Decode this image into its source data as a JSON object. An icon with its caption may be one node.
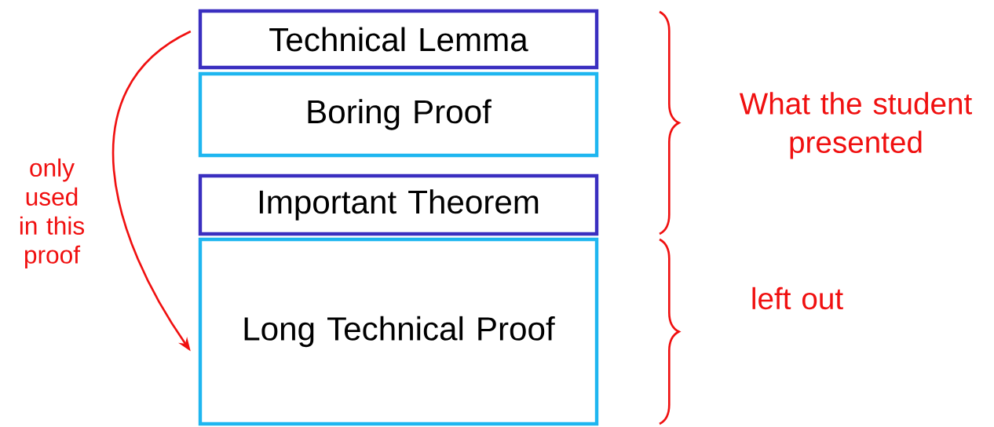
{
  "diagram": {
    "nodes": [
      {
        "text": [
          "Technical Lemma"
        ]
      },
      {
        "text": [
          "Boring Proof"
        ]
      },
      {
        "text": [
          "Important Theorem"
        ]
      },
      {
        "text": [
          "Long Technical Proof"
        ]
      }
    ],
    "edges": [
      {
        "from": 0,
        "to": 3,
        "arrow": "to",
        "label": "only used in this proof"
      }
    ],
    "labels": [
      "What the student presented",
      "left out"
    ]
  }
}
